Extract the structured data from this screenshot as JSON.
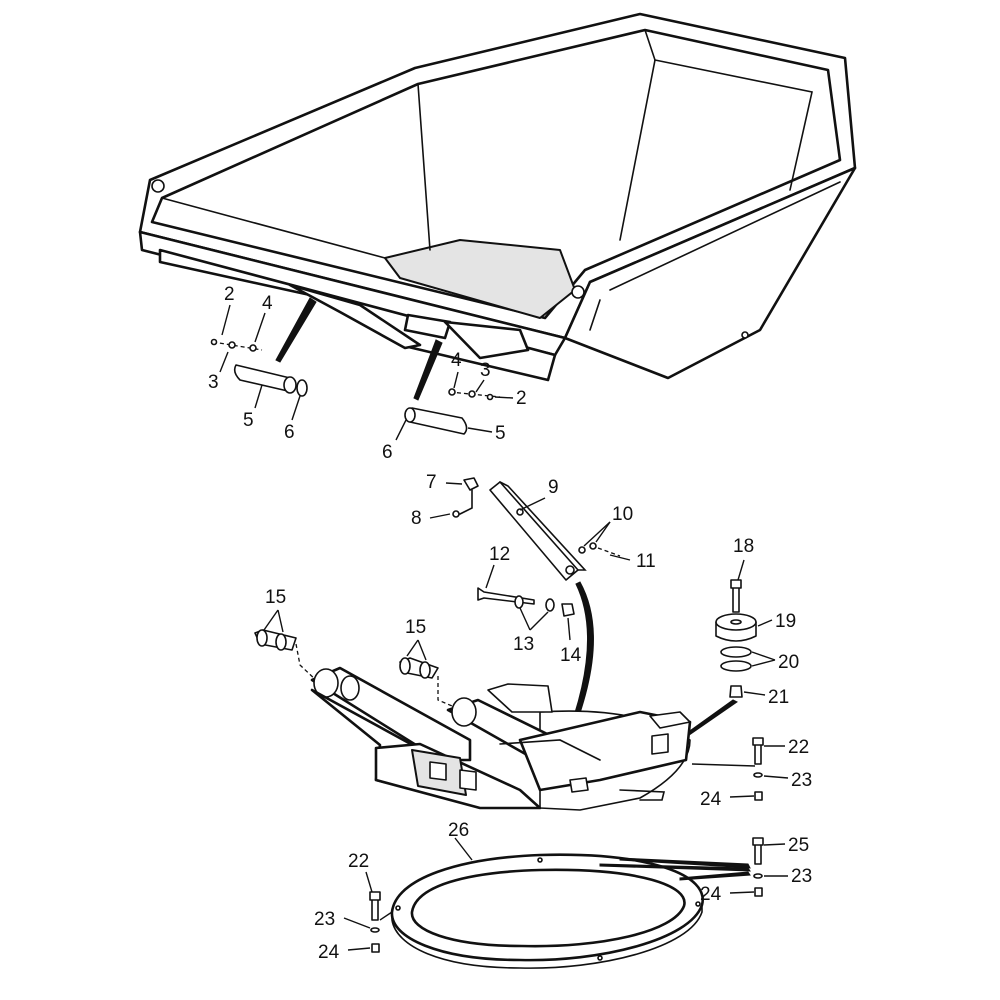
{
  "callouts": {
    "c2a": "2",
    "c4a": "4",
    "c3a": "3",
    "c5a": "5",
    "c6a": "6",
    "c4b": "4",
    "c3b": "3",
    "c2b": "2",
    "c6b": "6",
    "c5b": "5",
    "c7": "7",
    "c8": "8",
    "c9": "9",
    "c10": "10",
    "c11": "11",
    "c12": "12",
    "c13": "13",
    "c14": "14",
    "c15a": "15",
    "c15b": "15",
    "c18": "18",
    "c19": "19",
    "c20": "20",
    "c21": "21",
    "c22a": "22",
    "c23a": "23",
    "c24a": "24",
    "c25": "25",
    "c26": "26",
    "c23b": "23",
    "c24b": "24",
    "c22b": "22",
    "c23c": "23",
    "c24c": "24"
  },
  "colors": {
    "line": "#111111",
    "paper": "#ffffff",
    "shade": "#e4e4e4"
  }
}
